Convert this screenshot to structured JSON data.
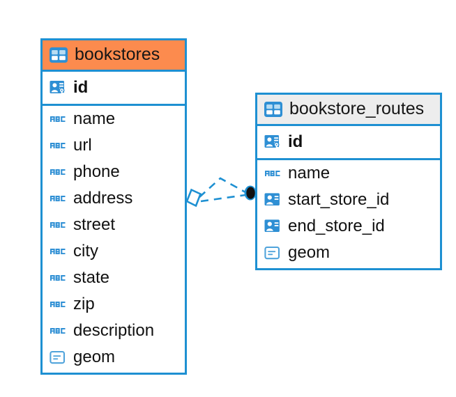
{
  "diagram": {
    "kind": "entity-relationship-diagram",
    "colors": {
      "border": "#1E90D2",
      "icon_blue": "#2E8FD4",
      "header_accent": "#FC8B4E",
      "header_neutral": "#EDEDED",
      "connector": "#1E90D2",
      "connector_endpoint": "#111111",
      "text": "#111111",
      "background": "#FFFFFF"
    },
    "entities": [
      {
        "id": "bookstores",
        "name": "bookstores",
        "header_icon": "table-icon",
        "header_style": "accent",
        "keys": [
          {
            "name": "id",
            "icon": "primary-key-icon",
            "type": "primary-key"
          }
        ],
        "fields": [
          {
            "name": "name",
            "icon": "text-type-icon",
            "type": "text"
          },
          {
            "name": "url",
            "icon": "text-type-icon",
            "type": "text"
          },
          {
            "name": "phone",
            "icon": "text-type-icon",
            "type": "text"
          },
          {
            "name": "address",
            "icon": "text-type-icon",
            "type": "text"
          },
          {
            "name": "street",
            "icon": "text-type-icon",
            "type": "text"
          },
          {
            "name": "city",
            "icon": "text-type-icon",
            "type": "text"
          },
          {
            "name": "state",
            "icon": "text-type-icon",
            "type": "text"
          },
          {
            "name": "zip",
            "icon": "text-type-icon",
            "type": "text"
          },
          {
            "name": "description",
            "icon": "text-type-icon",
            "type": "text"
          },
          {
            "name": "geom",
            "icon": "geometry-type-icon",
            "type": "geometry"
          }
        ]
      },
      {
        "id": "bookstore_routes",
        "name": "bookstore_routes",
        "header_icon": "table-icon",
        "header_style": "neutral",
        "keys": [
          {
            "name": "id",
            "icon": "primary-key-icon",
            "type": "primary-key"
          }
        ],
        "fields": [
          {
            "name": "name",
            "icon": "text-type-icon",
            "type": "text"
          },
          {
            "name": "start_store_id",
            "icon": "foreign-key-icon",
            "type": "foreign-key"
          },
          {
            "name": "end_store_id",
            "icon": "foreign-key-icon",
            "type": "foreign-key"
          },
          {
            "name": "geom",
            "icon": "geometry-type-icon",
            "type": "geometry"
          }
        ]
      }
    ],
    "relationships": [
      {
        "id": "start-store-link",
        "from_entity": "bookstores",
        "to_entity": "bookstore_routes",
        "line_style": "dashed",
        "source_marker": "rhombus-open",
        "target_marker": "filled-circle"
      },
      {
        "id": "end-store-link",
        "from_entity": "bookstores",
        "to_entity": "bookstore_routes",
        "line_style": "dashed",
        "source_marker": "rhombus-open",
        "target_marker": "filled-circle"
      }
    ]
  }
}
